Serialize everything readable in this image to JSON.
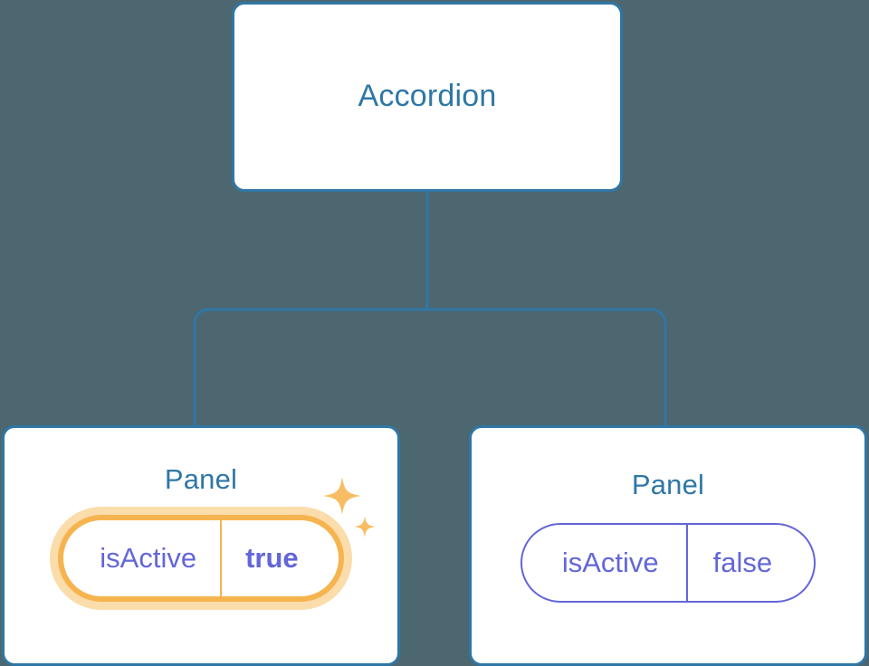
{
  "diagram": {
    "background_color": "#4c6770",
    "node_border_color": "#2f77a6",
    "node_title_color": "#2f77a6",
    "prop_color": "#6366d8",
    "highlight_color": "#f6b44f",
    "highlight_glow_color": "#fbdcab",
    "connector_color": "#2f77a6"
  },
  "root": {
    "title": "Accordion"
  },
  "panels": [
    {
      "title": "Panel",
      "prop_key": "isActive",
      "prop_value": "true",
      "highlighted": true,
      "sparkle_large": "sparkle-icon",
      "sparkle_small": "sparkle-icon"
    },
    {
      "title": "Panel",
      "prop_key": "isActive",
      "prop_value": "false",
      "highlighted": false
    }
  ]
}
